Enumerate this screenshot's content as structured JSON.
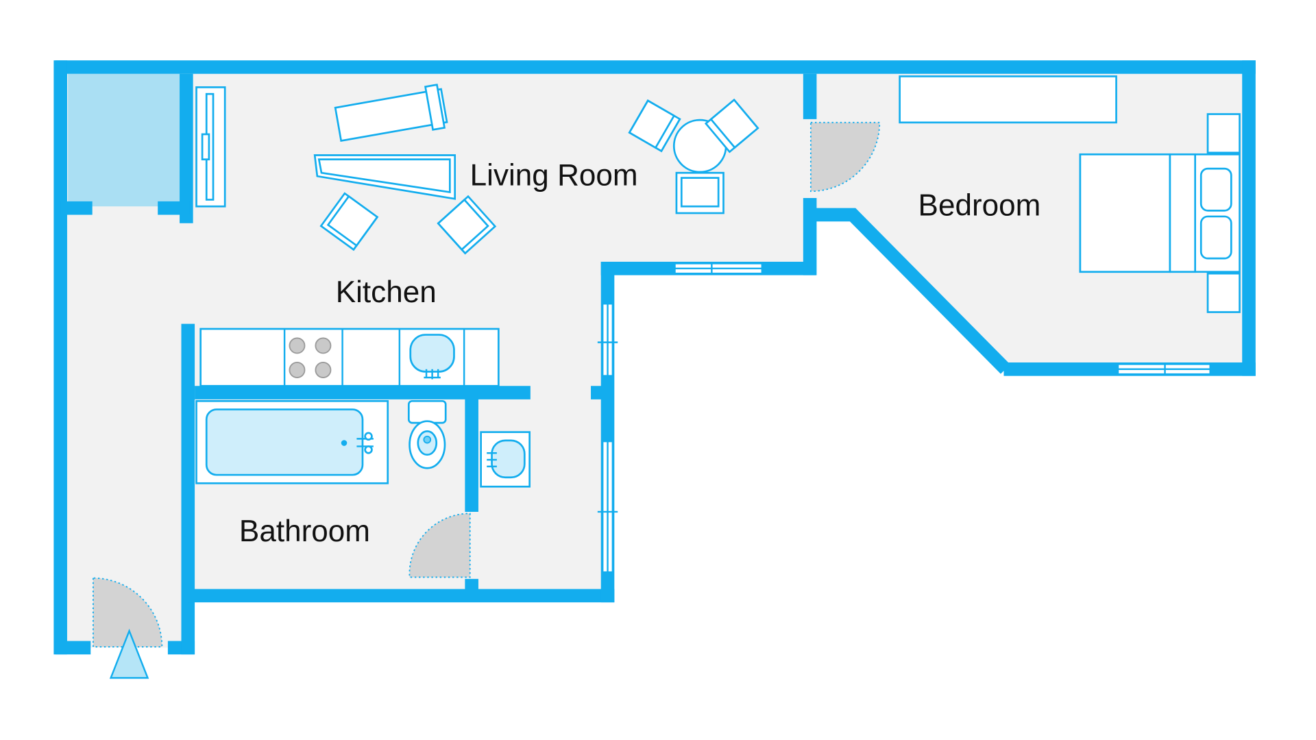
{
  "colors": {
    "wall": "#13adee",
    "floor": "#f2f2f2",
    "fixture_fill": "#ffffff",
    "fixture_stroke": "#13adee",
    "closet_fill": "#aadff3",
    "tub_fill": "#cfeefb",
    "door_swing_fill": "#d3d3d3",
    "entry_arrow_fill": "#b5e5f7",
    "label": "#111111"
  },
  "rooms": {
    "living_room": "Living Room",
    "kitchen": "Kitchen",
    "bedroom": "Bedroom",
    "bathroom": "Bathroom"
  },
  "icons": {
    "entry": "entry-arrow-icon",
    "door": "door-swing-icon",
    "window": "window-icon"
  }
}
